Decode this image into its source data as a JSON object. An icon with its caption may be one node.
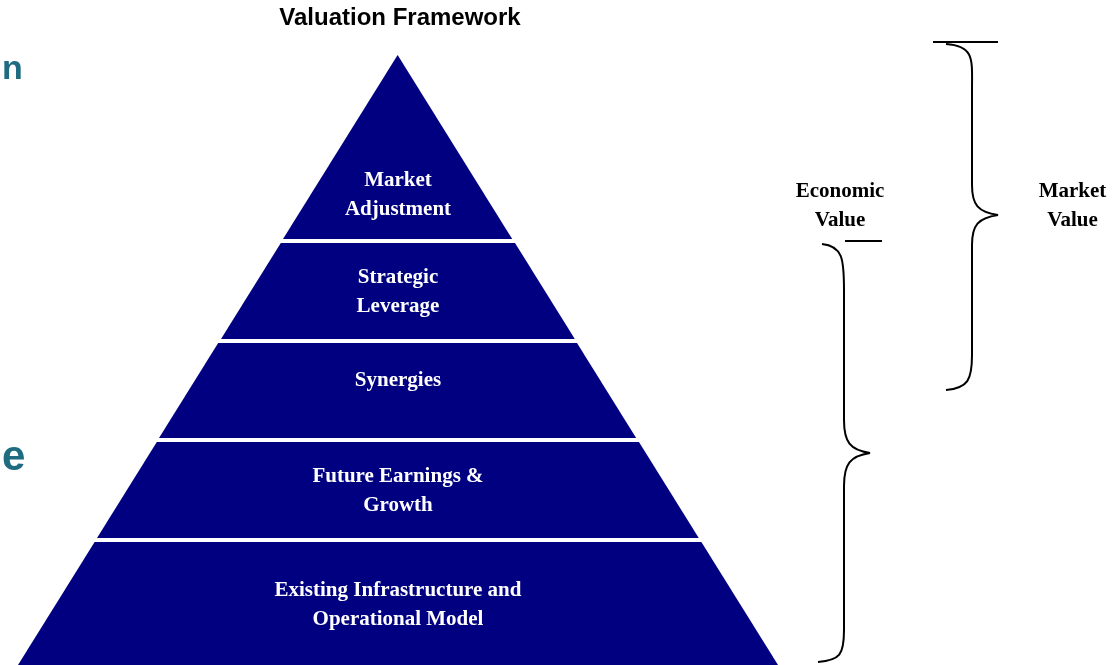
{
  "diagram": {
    "title": "Valuation Framework",
    "nodes": [
      {
        "text": [
          "Market Adjustment"
        ]
      },
      {
        "text": [
          "Strategic Leverage"
        ]
      },
      {
        "text": [
          "Synergies"
        ]
      },
      {
        "text": [
          "Future Earnings & Growth"
        ]
      },
      {
        "text": [
          "Existing Infrastructure and Operational Model"
        ]
      }
    ],
    "labels": [
      "n",
      "e",
      "Economic Value",
      "Market Value"
    ]
  }
}
